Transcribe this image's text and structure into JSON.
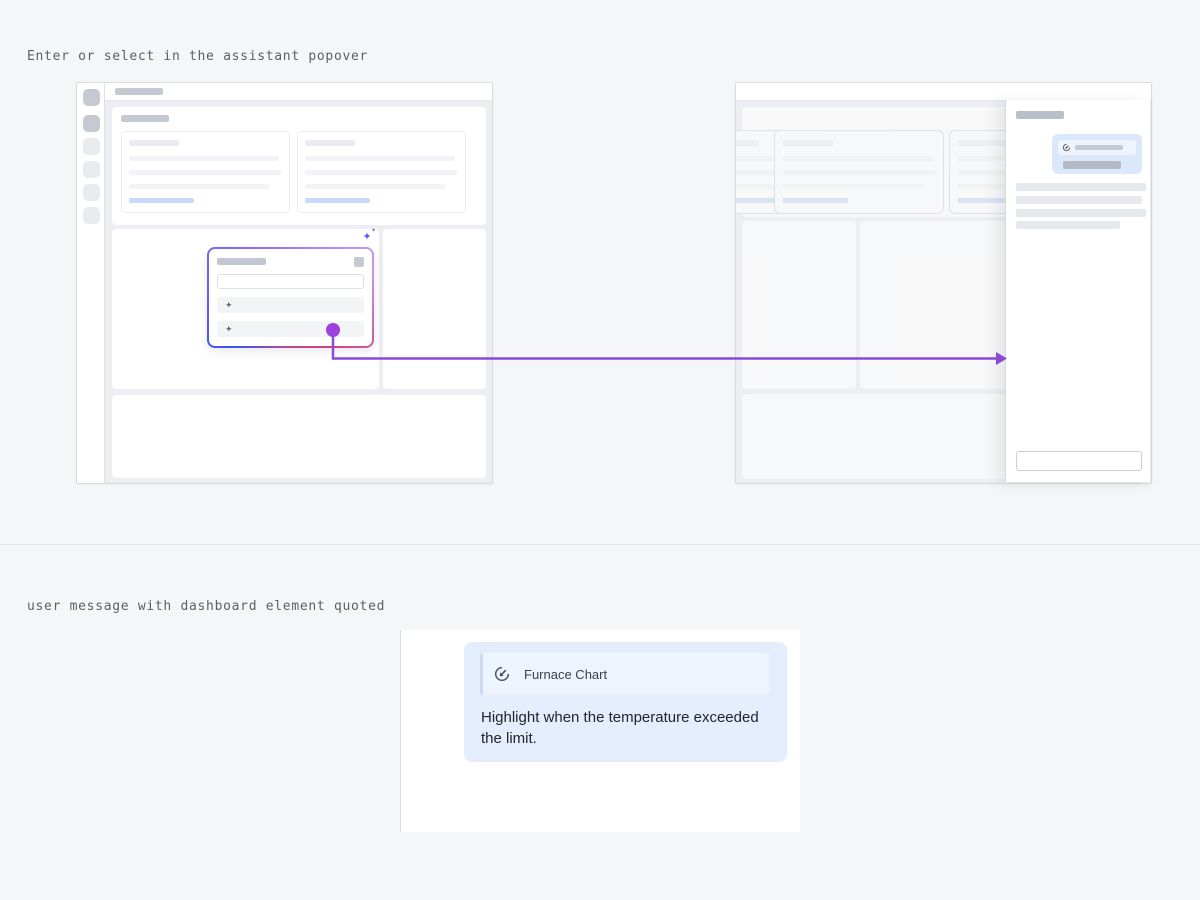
{
  "sections": {
    "popover_demo": {
      "label": "Enter or select in the assistant popover"
    },
    "quote_demo": {
      "label": "user message with dashboard element quoted"
    }
  },
  "quote_card": {
    "chip_label": "Furnace Chart",
    "message": "Highlight when the temperature exceeded the limit."
  },
  "icons": {
    "sparkle": "✦",
    "quoted_element_icon": "gauge-chart",
    "close_icon": "square"
  },
  "colors": {
    "connector_purple": "#8a4ad6",
    "connector_dot": "#9d42e0",
    "popover_border_gradient": [
      "#a678f2",
      "#c09bf4",
      "#d6417b",
      "#3d55ee",
      "#6b5ff0"
    ],
    "highlight_card_border_gradient": [
      "#ded7f5",
      "#ccd6f3",
      "#eecfdf"
    ],
    "user_bubble_blue": "#e3edfb",
    "quote_chip_blue": "#eef4fd",
    "page_background": "#f5f6f8"
  }
}
